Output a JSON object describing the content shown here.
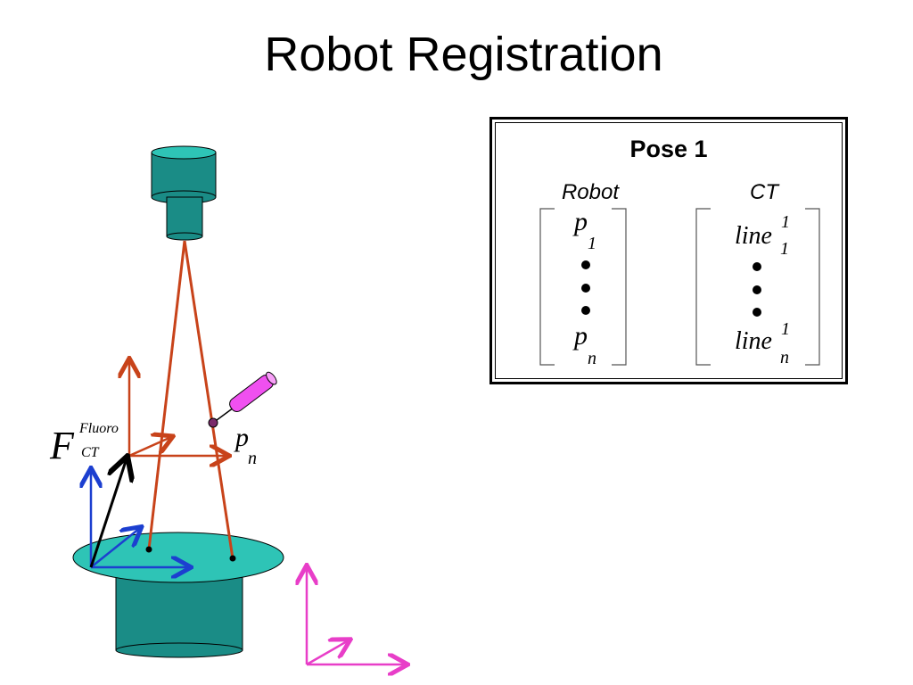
{
  "title": "Robot Registration",
  "pose_box": {
    "title": "Pose 1",
    "robot_label": "Robot",
    "ct_label": "CT",
    "robot_first": {
      "base": "p",
      "sub": "1"
    },
    "robot_last": {
      "base": "p",
      "sub": "n"
    },
    "ct_first": {
      "base": "line",
      "sup": "1",
      "sub": "1"
    },
    "ct_last": {
      "base": "line",
      "sup": "1",
      "sub": "n"
    }
  },
  "diagram": {
    "frame_label": {
      "base": "F",
      "sup": "Fluoro",
      "sub": "CT"
    },
    "point_label": {
      "base": "p",
      "sub": "n"
    }
  },
  "colors": {
    "device_teal": "#1a8c86",
    "table_teal": "#2ec4b6",
    "beam_orange": "#c8431a",
    "frame_blue": "#1c3fd0",
    "frame_magenta": "#e83ec8",
    "pointer_pink": "#f050f0"
  }
}
